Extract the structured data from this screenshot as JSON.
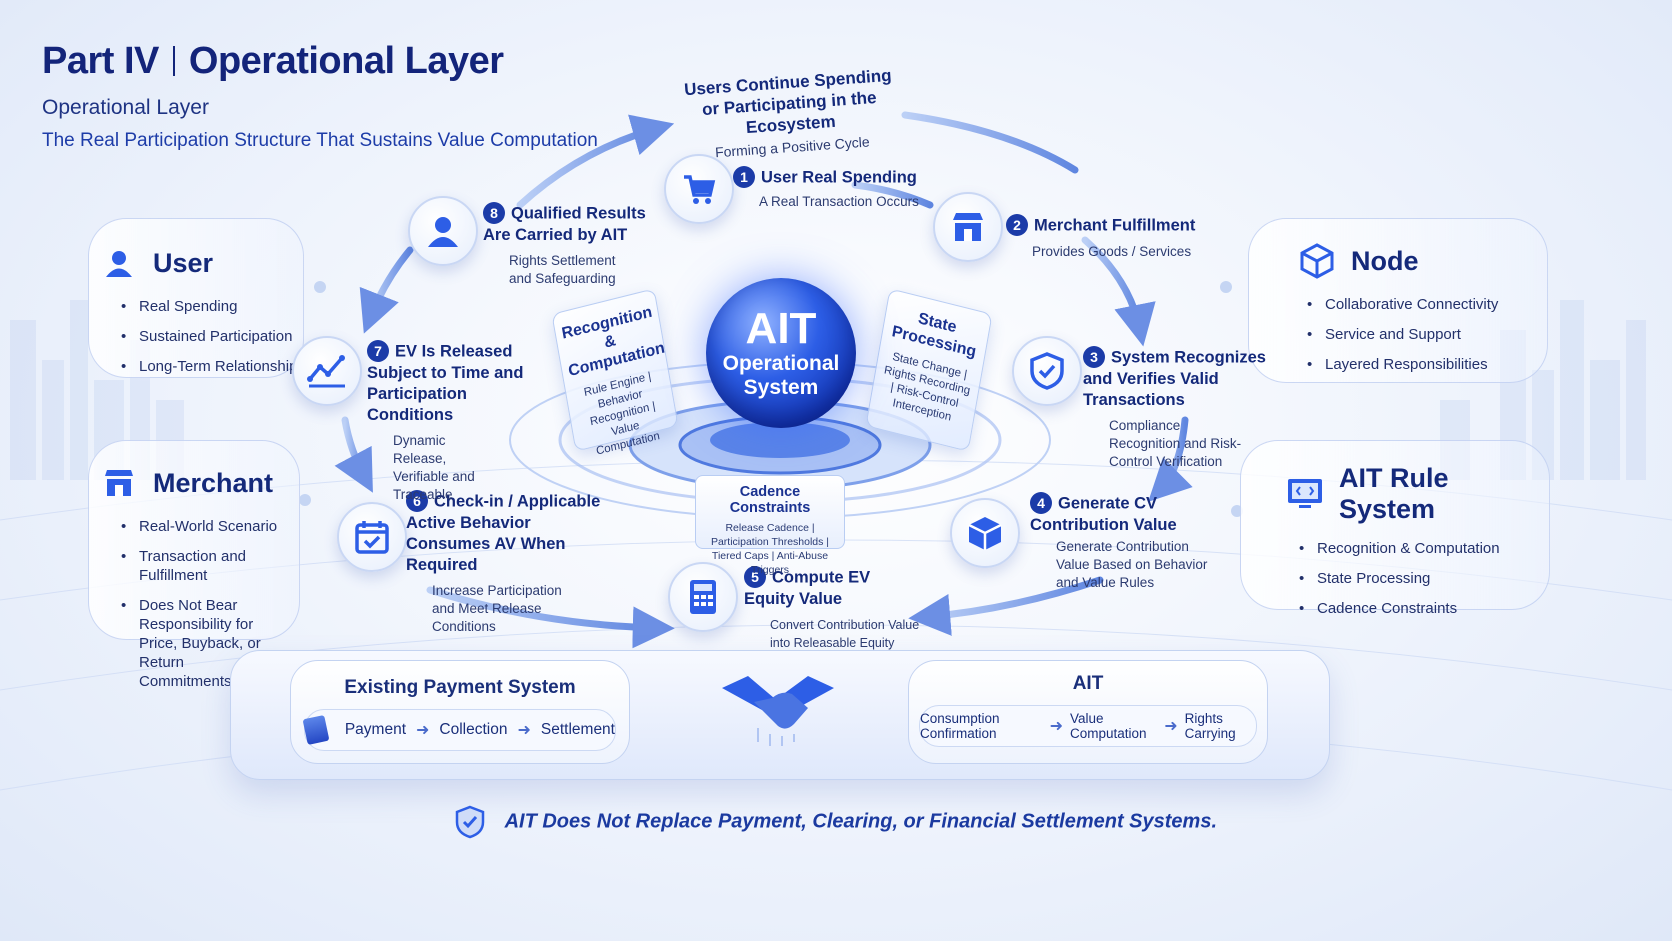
{
  "header": {
    "title_part": "Part IV",
    "title_main": "Operational Layer",
    "subtitle": "Operational Layer",
    "tagline": "The Real Participation Structure That Sustains Value Computation"
  },
  "cycle": {
    "title": "Users Continue Spending or Participating in the Ecosystem",
    "sub": "Forming a Positive Cycle"
  },
  "panels": {
    "user": {
      "title": "User",
      "items": [
        "Real Spending",
        "Sustained Participation",
        "Long-Term Relationship"
      ]
    },
    "merchant": {
      "title": "Merchant",
      "items": [
        "Real-World Scenario",
        "Transaction and Fulfillment",
        "Does Not Bear Responsibility for Price, Buyback, or Return Commitments"
      ]
    },
    "node": {
      "title": "Node",
      "items": [
        "Collaborative Connectivity",
        "Service and Support",
        "Layered Responsibilities"
      ]
    },
    "rule": {
      "title": "AIT Rule System",
      "items": [
        "Recognition & Computation",
        "State Processing",
        "Cadence Constraints"
      ]
    }
  },
  "steps": [
    {
      "num": "1",
      "title": "User Real Spending",
      "desc": "A Real Transaction Occurs"
    },
    {
      "num": "2",
      "title": "Merchant Fulfillment",
      "desc": "Provides Goods / Services"
    },
    {
      "num": "3",
      "title": "System Recognizes and Verifies Valid Transactions",
      "desc": "Compliance Recognition and Risk-Control Verification"
    },
    {
      "num": "4",
      "title": "Generate CV Contribution Value",
      "desc": "Generate Contribution Value Based on Behavior and Value Rules"
    },
    {
      "num": "5",
      "title": "Compute EV Equity Value",
      "desc": "Convert Contribution Value into Releasable Equity Value According to Rules"
    },
    {
      "num": "6",
      "title": "Check-in / Applicable Active Behavior Consumes AV When Required",
      "desc": "Increase Participation and Meet Release Conditions"
    },
    {
      "num": "7",
      "title": "EV Is Released Subject to Time and Participation Conditions",
      "desc": "Dynamic Release, Verifiable and Traceable"
    },
    {
      "num": "8",
      "title": "Qualified Results Are Carried by AIT",
      "desc": "Rights Settlement and Safeguarding"
    }
  ],
  "center": {
    "line1": "AIT",
    "line2": "Operational",
    "line3": "System",
    "left_card": {
      "title": "Recognition & Computation",
      "desc": "Rule Engine | Behavior Recognition | Value Computation"
    },
    "right_card": {
      "title": "State Processing",
      "desc": "State Change | Rights Recording | Risk-Control Interception"
    },
    "cadence": {
      "title": "Cadence Constraints",
      "desc": "Release Cadence | Participation Thresholds | Tiered Caps | Anti-Abuse Triggers"
    }
  },
  "bottom": {
    "left": {
      "title": "Existing Payment System",
      "flow": [
        "Payment",
        "Collection",
        "Settlement"
      ]
    },
    "right": {
      "title": "AIT",
      "flow": [
        "Consumption Confirmation",
        "Value Computation",
        "Rights Carrying"
      ]
    },
    "note": "AIT Does Not Replace Payment, Clearing, or Financial Settlement Systems."
  },
  "colors": {
    "primary": "#14297a",
    "accent": "#2346b8",
    "orb": "#1f4fd8"
  }
}
